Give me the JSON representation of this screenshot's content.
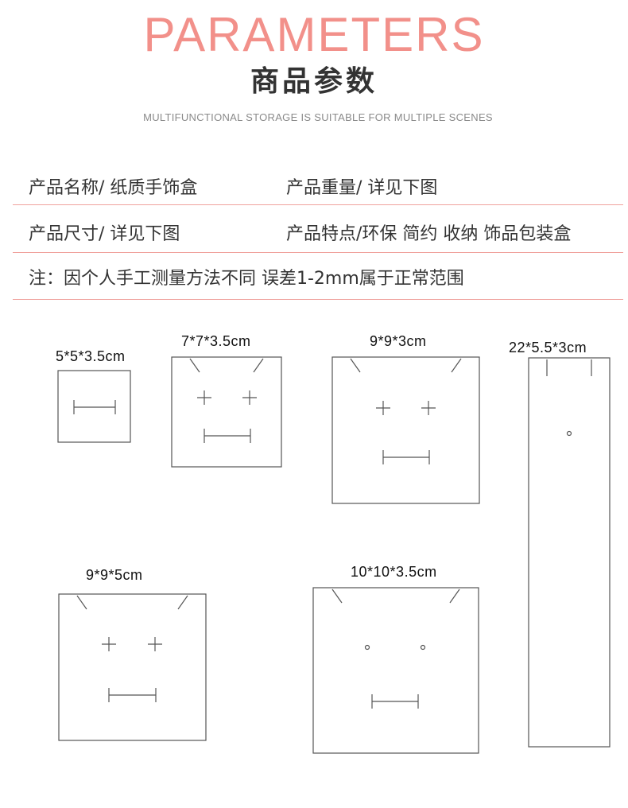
{
  "header": {
    "title_en": "PARAMETERS",
    "title_cn": "商品参数",
    "tagline": "MULTIFUNCTIONAL STORAGE IS SUITABLE FOR MULTIPLE SCENES"
  },
  "params": {
    "name": "产品名称/ 纸质手饰盒",
    "weight": "产品重量/ 详见下图",
    "size": "产品尺寸/ 详见下图",
    "features": "产品特点/环保 简约 收纳 饰品包装盒",
    "note": "注：因个人手工测量方法不同 误差1-2mm属于正常范围"
  },
  "cards": [
    {
      "label": "5*5*3.5cm",
      "kind": "bar"
    },
    {
      "label": "7*7*3.5cm",
      "kind": "face-plus"
    },
    {
      "label": "9*9*3cm",
      "kind": "face-plus"
    },
    {
      "label": "22*5.5*3cm",
      "kind": "long"
    },
    {
      "label": "9*9*5cm",
      "kind": "face-plus"
    },
    {
      "label": "10*10*3.5cm",
      "kind": "face-dot"
    }
  ],
  "colors": {
    "accent": "#f2908a",
    "divider": "#f0a29d",
    "outline": "#555555"
  }
}
